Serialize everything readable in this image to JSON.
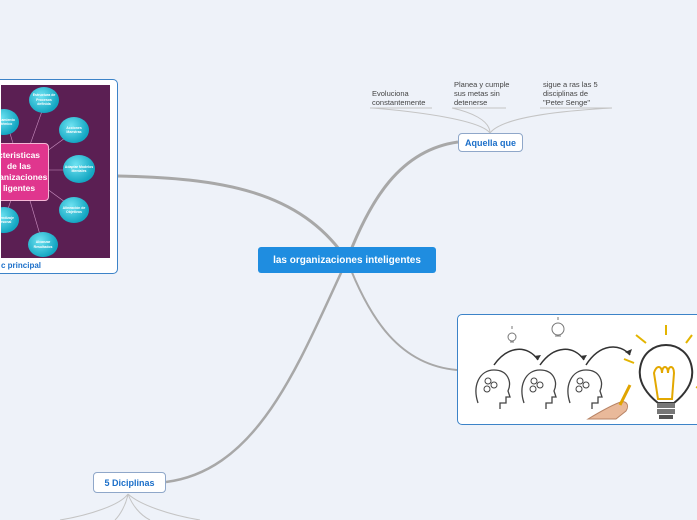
{
  "central": {
    "label": "las organizaciones inteligentes"
  },
  "aquella": {
    "label": "Aquella que",
    "leaves": [
      "Evoluciona\nconstantemente",
      "Planea y cumple\nsus metas sin\ndetenerse",
      "sigue a ras las 5\ndisciplinas de\n\"Peter Senge\""
    ]
  },
  "disciplinas": {
    "label": "5 Diciplinas"
  },
  "image_topic": {
    "caption": "c principal",
    "center_text": "cteristicas\nde las\nrganizaciones\nligentes",
    "bubbles": [
      "Estructura de\nProcesos\ndefinida",
      "Acciones\nMaestras",
      "Adaptar\nModelos\nMentales",
      "Alineación de\nObjetivos",
      "Alcanzar\nResultados",
      "Aprendizaje\nPersonal",
      "Pensamiento\nSistémico"
    ],
    "colors": {
      "bg": "#5b1f53",
      "center": "#e0368e",
      "bubble": "#1fb2cc"
    }
  },
  "colors": {
    "accent": "#1f8de0",
    "line": "#a8a8a8",
    "background": "#eef2f9"
  }
}
